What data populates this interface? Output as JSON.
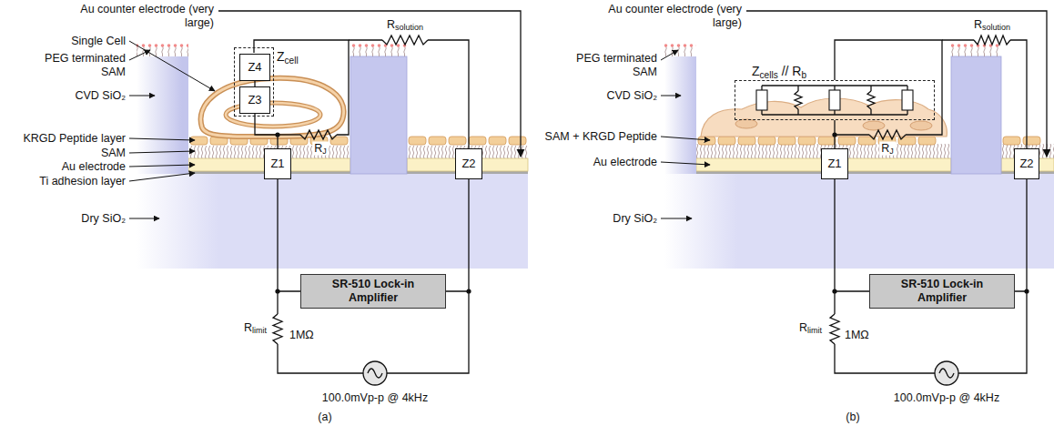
{
  "diagram": {
    "nodes": [
      {
        "text": [
          "Zcell"
        ]
      },
      {
        "text": [
          "Z4"
        ],
        "in": 0
      },
      {
        "text": [
          "Z3"
        ],
        "in": 0
      },
      {
        "text": [
          "Z1"
        ]
      },
      {
        "text": [
          "Z2"
        ]
      },
      {
        "text": [
          "SR-510 Lock-in Amplifier"
        ]
      },
      {
        "text": [
          "Zcells // Rb"
        ]
      },
      {
        "text": [
          "Z1"
        ]
      },
      {
        "text": [
          "Z2"
        ]
      },
      {
        "text": [
          "SR-510 Lock-in Amplifier"
        ]
      }
    ],
    "edges": [
      {
        "from": 1,
        "to": 2,
        "arrow": "none"
      },
      {
        "from": 2,
        "to": 3,
        "arrow": "none"
      },
      {
        "from": 3,
        "to": 5,
        "arrow": "none"
      },
      {
        "from": 4,
        "to": 5,
        "arrow": "none"
      },
      {
        "from": 6,
        "to": 7,
        "arrow": "none"
      },
      {
        "from": 7,
        "to": 9,
        "arrow": "none"
      },
      {
        "from": 8,
        "to": 9,
        "arrow": "none"
      }
    ],
    "labels": [
      "Au counter electrode (very large)",
      "Single Cell",
      "PEG terminated SAM",
      "CVD SiO₂",
      "KRGD Peptide layer",
      "SAM",
      "Au electrode",
      "Ti adhesion layer",
      "Dry SiO₂",
      "Rsolution",
      "RJ",
      "Rlimit",
      "1MΩ",
      "100.0mVp-p @ 4kHz",
      "(a)",
      "Au counter electrode (very large)",
      "PEG terminated SAM",
      "CVD SiO₂",
      "SAM + KRGD Peptide",
      "Au electrode",
      "Dry SiO₂",
      "Rsolution",
      "RJ",
      "Rlimit",
      "1MΩ",
      "100.0mVp-p @ 4kHz",
      "(b)"
    ]
  }
}
